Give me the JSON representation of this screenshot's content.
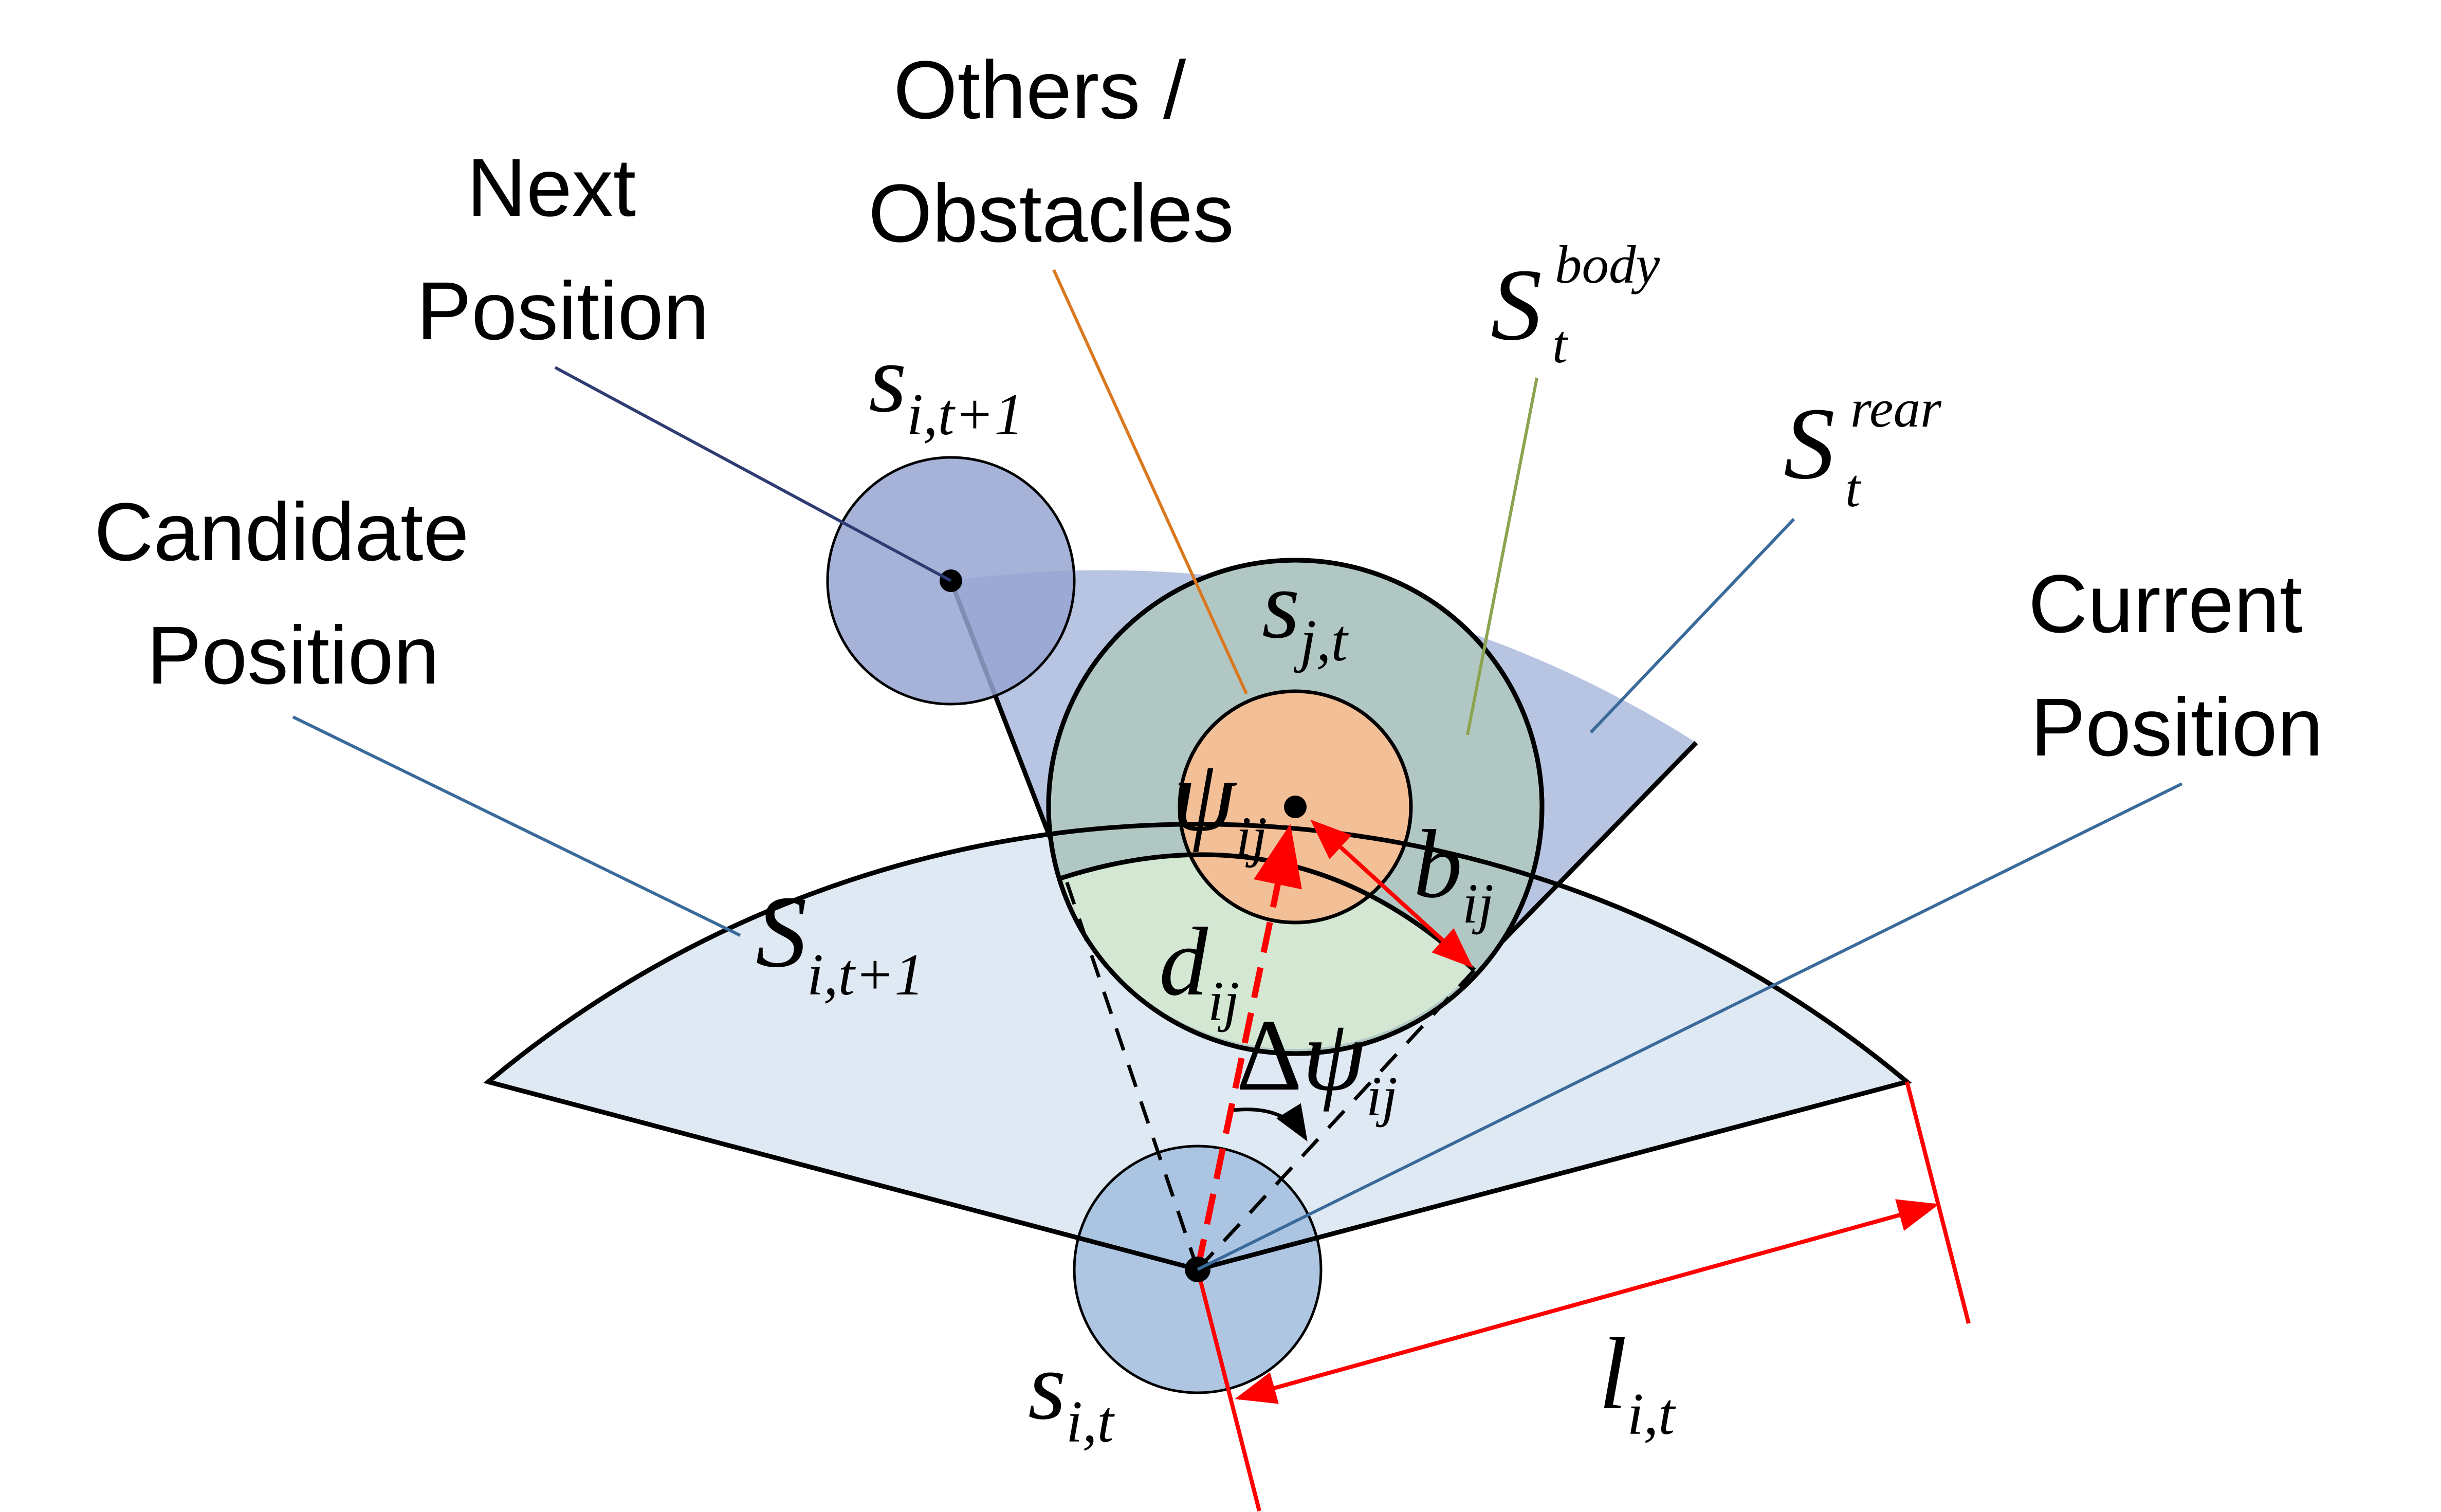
{
  "labels": {
    "next_position": [
      "Next",
      "Position"
    ],
    "others_obstacles": [
      "Others /",
      "Obstacles"
    ],
    "candidate_position": [
      "Candidate",
      "Position"
    ],
    "current_position": [
      "Current",
      "Position"
    ]
  },
  "symbols": {
    "s_i_t1": {
      "base": "s",
      "sub": "i,t+1"
    },
    "s_j_t": {
      "base": "s",
      "sub": "j,t"
    },
    "s_i_t": {
      "base": "s",
      "sub": "i,t"
    },
    "S_i_t1": {
      "base": "S",
      "sub": "i,t+1"
    },
    "S_body": {
      "base": "S",
      "sub": "t",
      "sup": "body"
    },
    "S_rear": {
      "base": "S",
      "sub": "t",
      "sup": "rear"
    },
    "psi_ij": {
      "base": "ψ",
      "sub": "ij"
    },
    "b_ij": {
      "base": "b",
      "sub": "ij"
    },
    "d_ij": {
      "base": "d",
      "sub": "ij"
    },
    "delta_psi_ij": {
      "delta": "Δ",
      "base": "ψ",
      "sub": "ij"
    },
    "l_i_t": {
      "base": "l",
      "sub": "i,t"
    }
  },
  "colors": {
    "candidate_region": "#dfe9f3",
    "rear_region": "#b7c4e2",
    "body_circle": "#b1c7c3",
    "overlap_region": "#d3e7d3",
    "obstacle": "#f3bf97",
    "next_agent": "#97a5d1",
    "current_agent": "#a5c0df",
    "next_leader": "#2f3c73",
    "obstacle_leader": "#d9781f",
    "body_leader": "#8ca34f",
    "blue_leader": "#3a6a9a",
    "arrow": "#ff0000"
  }
}
